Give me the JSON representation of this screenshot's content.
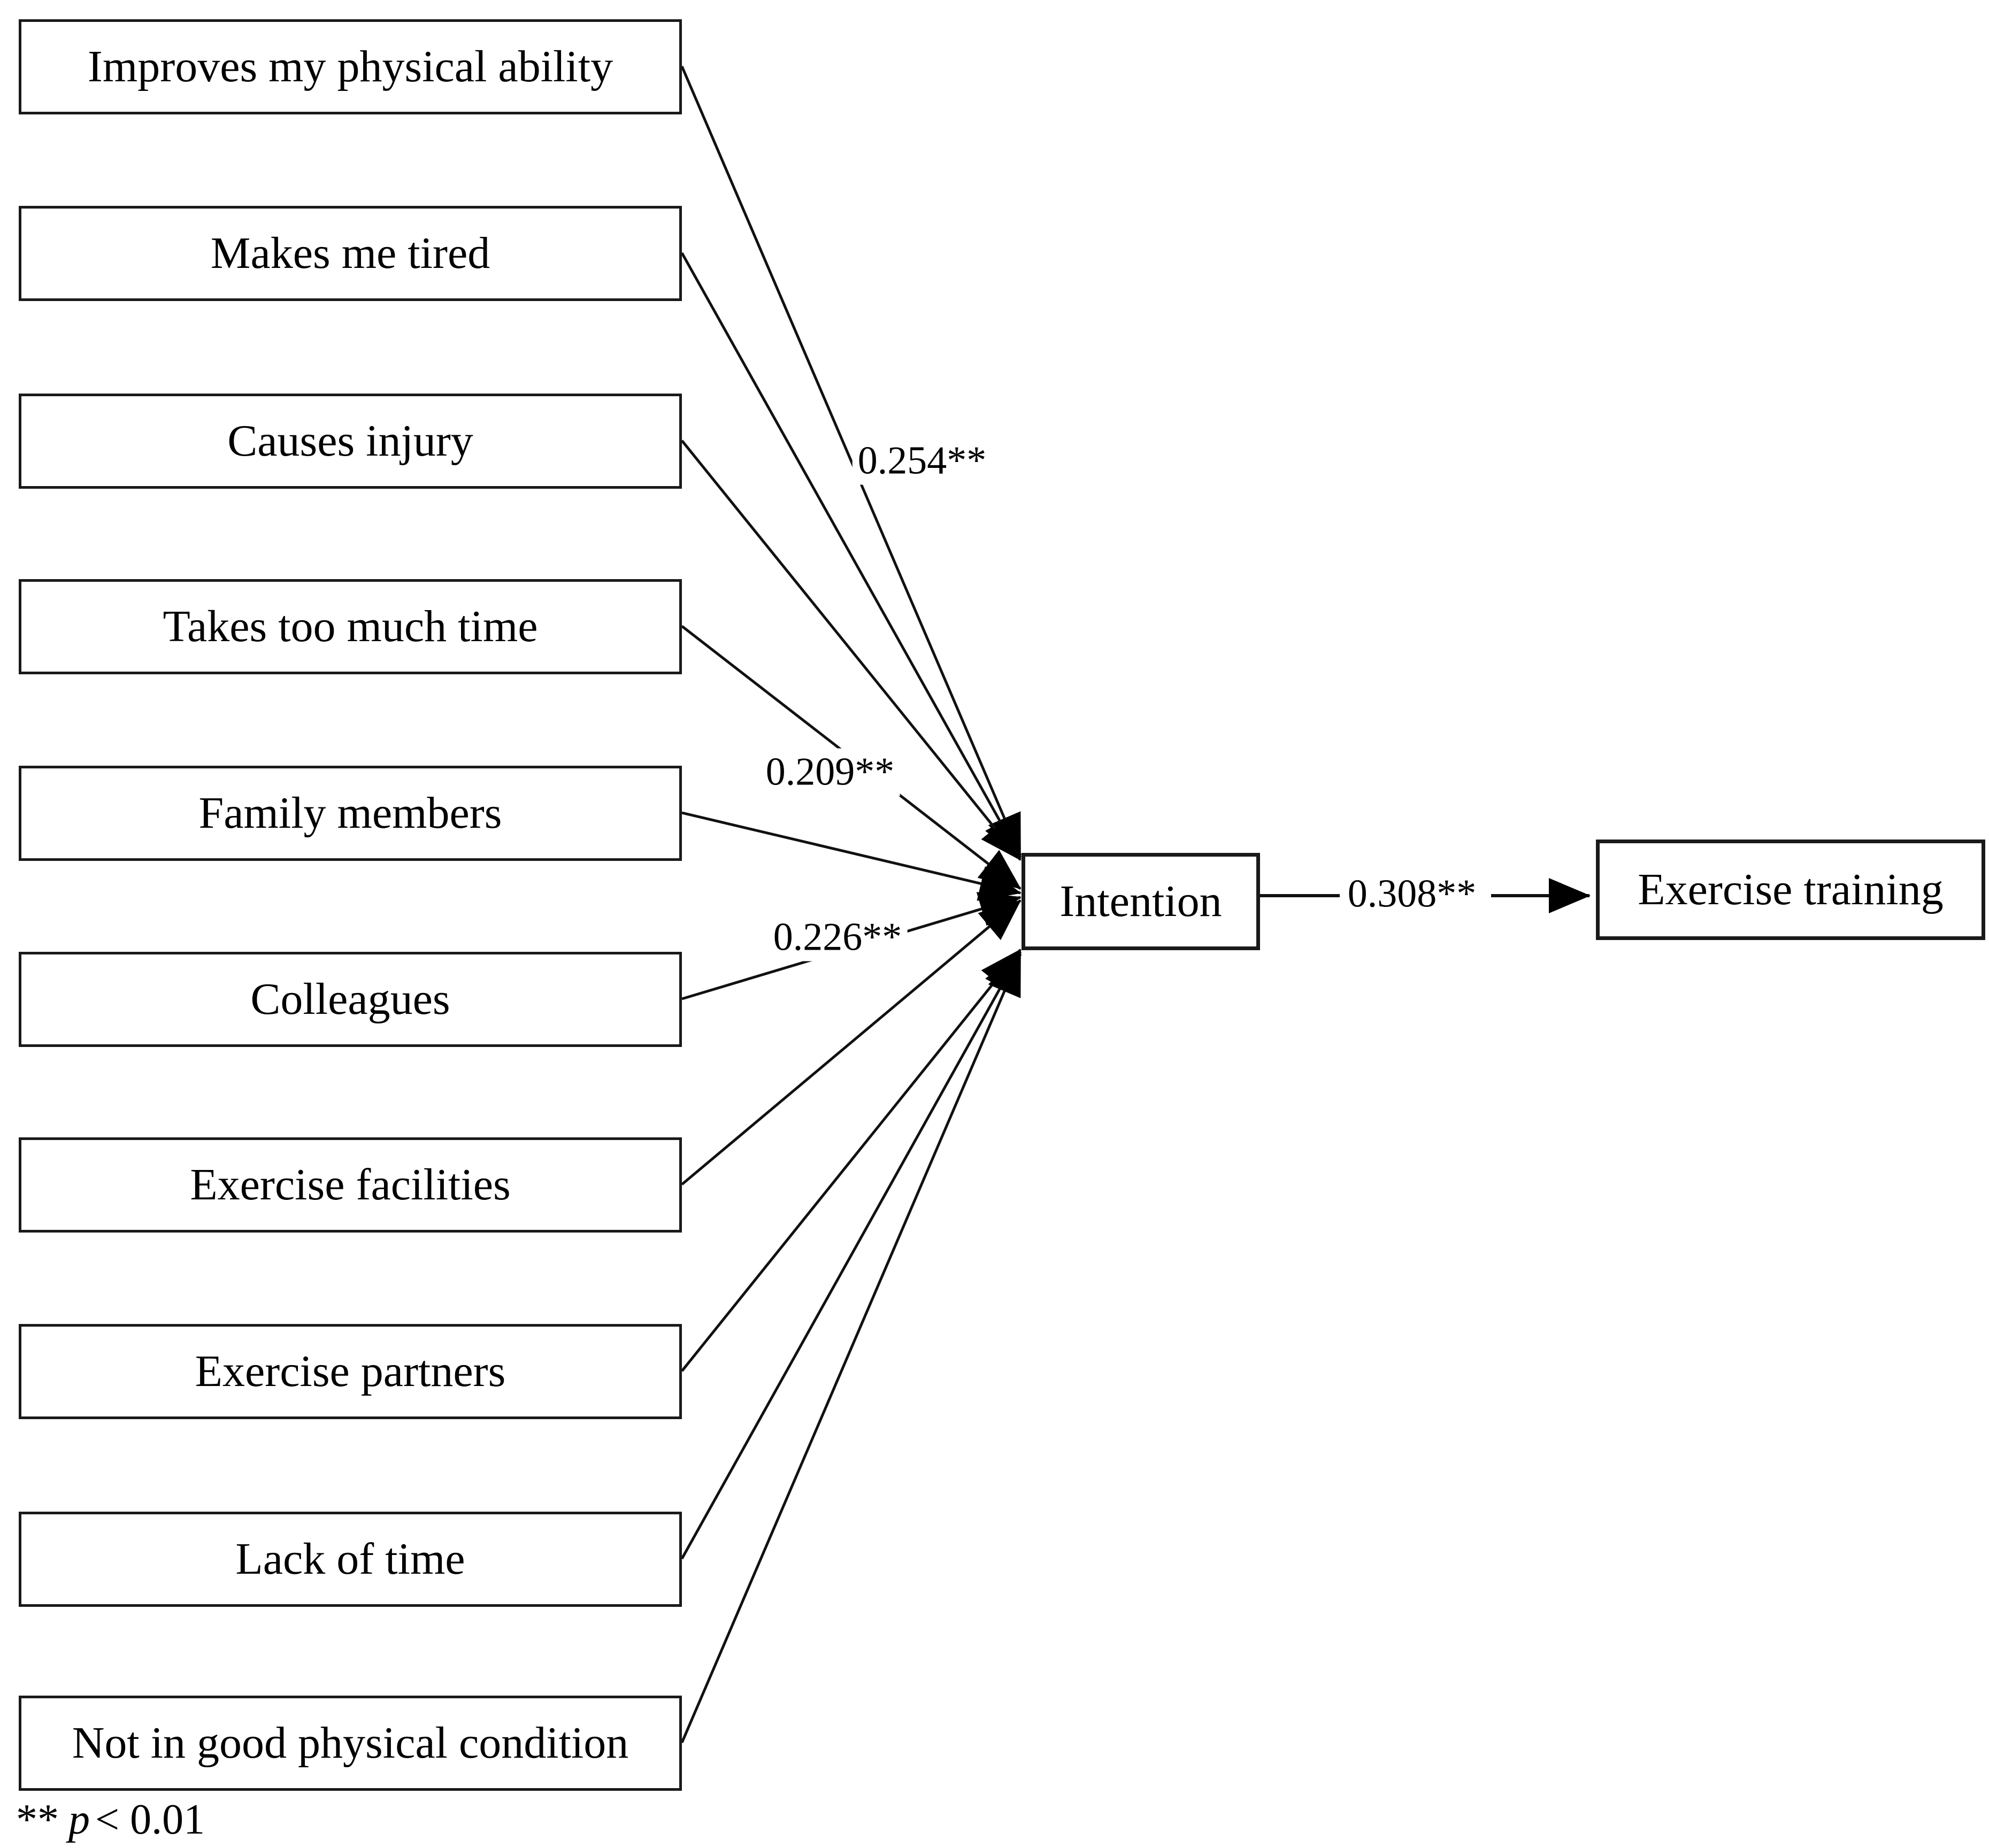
{
  "diagram": {
    "predictors": [
      {
        "label": "Improves my physical ability"
      },
      {
        "label": "Makes me tired"
      },
      {
        "label": "Causes injury"
      },
      {
        "label": "Takes too much time"
      },
      {
        "label": "Family members"
      },
      {
        "label": "Colleagues"
      },
      {
        "label": "Exercise facilities"
      },
      {
        "label": "Exercise partners"
      },
      {
        "label": "Lack of time"
      },
      {
        "label": "Not in good physical condition"
      }
    ],
    "mediator": {
      "label": "Intention"
    },
    "outcome": {
      "label": "Exercise training"
    },
    "coefficients": [
      {
        "label": "0.254**",
        "path": "Improves my physical ability → Intention"
      },
      {
        "label": "0.209**",
        "path": "Takes too much time → Intention"
      },
      {
        "label": "0.226**",
        "path": "Colleagues → Intention"
      },
      {
        "label": "0.308**",
        "path": "Intention → Exercise training"
      }
    ],
    "footnote": {
      "symbol": "**",
      "p_label": "p",
      "comparison": "< 0.01"
    }
  }
}
